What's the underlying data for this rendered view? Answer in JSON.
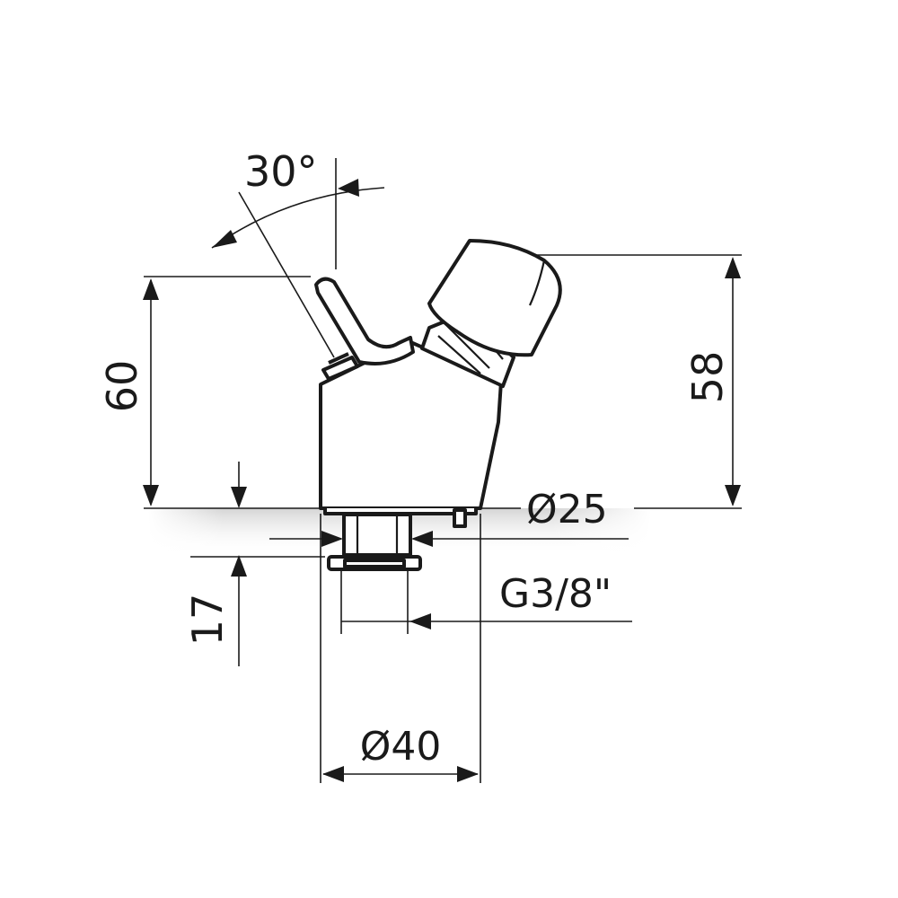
{
  "dimensions": {
    "angle": "30°",
    "height_total": "60",
    "height_button": "58",
    "diameter_small": "Ø25",
    "thread": "G3/8\"",
    "base_height": "17",
    "diameter_base": "Ø40"
  },
  "colors": {
    "line": "#1a1a1a",
    "surface_shade": "#d9d9d9"
  }
}
